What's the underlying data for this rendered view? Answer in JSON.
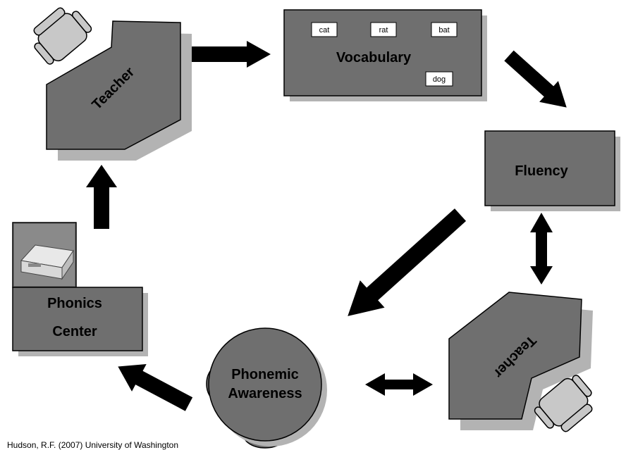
{
  "stations": {
    "teacher_top": "Teacher",
    "vocabulary": "Vocabulary",
    "fluency": "Fluency",
    "teacher_bottom": "Teacher",
    "phonics_line1": "Phonics",
    "phonics_line2": "Center",
    "phonemic_line1": "Phonemic",
    "phonemic_line2": "Awareness"
  },
  "vocabulary_cards": [
    "cat",
    "rat",
    "bat",
    "dog"
  ],
  "credit": "Hudson, R.F. (2007) University of Washington",
  "colors": {
    "station_fill": "#6f6f6f",
    "shadow": "#b3b3b3",
    "chair": "#c8c8c8",
    "arrow": "#000000"
  }
}
